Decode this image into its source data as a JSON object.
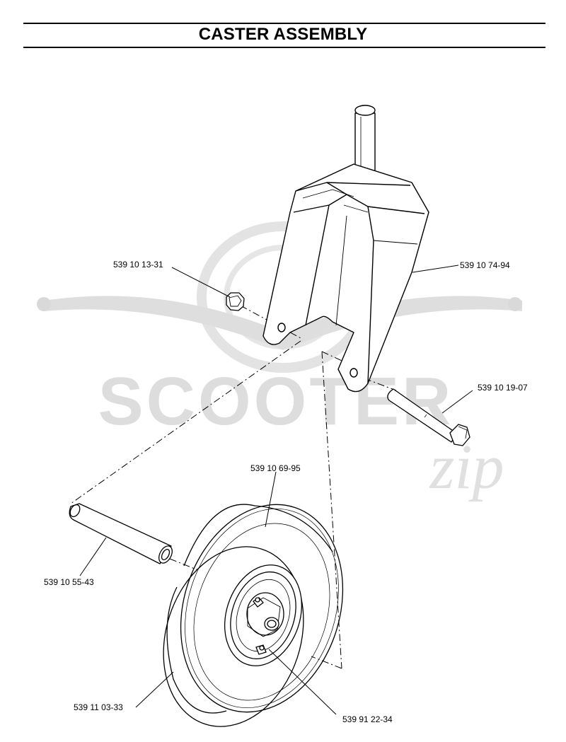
{
  "page": {
    "title": "CASTER ASSEMBLY"
  },
  "watermark": {
    "brand": "SCOOTER",
    "script": "zip",
    "color": "#dcdcdc"
  },
  "parts": {
    "nut": "539 10 13-31",
    "fork": "539 10 74-94",
    "bolt": "539 10 19-07",
    "wheel": "539 10 69-95",
    "spacer": "539 10 55-43",
    "tire": "539 11 03-33",
    "grease_fitting": "539 91 22-34"
  }
}
